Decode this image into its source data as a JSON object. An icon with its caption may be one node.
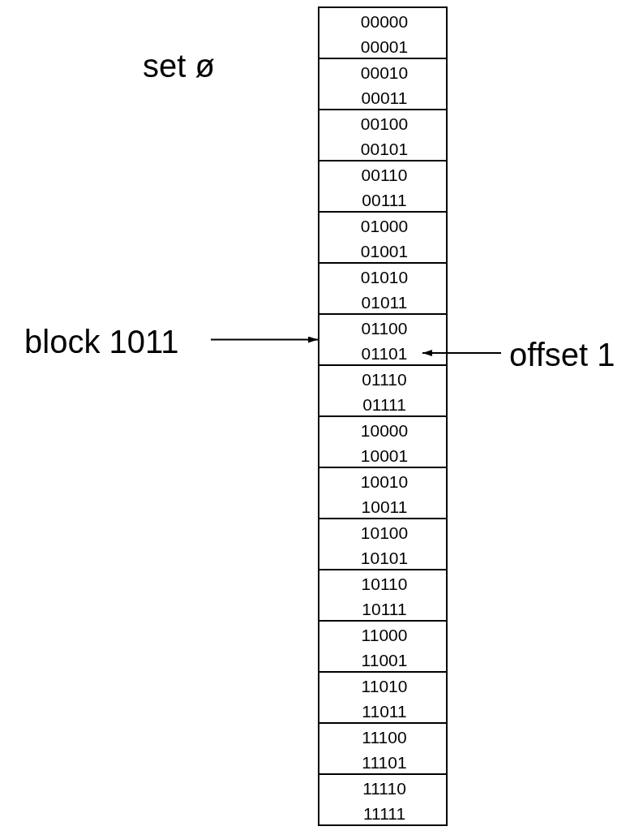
{
  "diagram": {
    "nodes": [
      {
        "text": [],
        "shape": "box"
      },
      {
        "text": [
          "00000"
        ],
        "in": 0
      },
      {
        "text": [
          "00001"
        ],
        "in": 0
      },
      {
        "text": [],
        "shape": "box"
      },
      {
        "text": [
          "00010"
        ],
        "in": 3
      },
      {
        "text": [
          "00011"
        ],
        "in": 3
      },
      {
        "text": [],
        "shape": "box"
      },
      {
        "text": [
          "00100"
        ],
        "in": 6
      },
      {
        "text": [
          "00101"
        ],
        "in": 6
      },
      {
        "text": [],
        "shape": "box"
      },
      {
        "text": [
          "00110"
        ],
        "in": 9
      },
      {
        "text": [
          "00111"
        ],
        "in": 9
      },
      {
        "text": [],
        "shape": "box"
      },
      {
        "text": [
          "01000"
        ],
        "in": 12
      },
      {
        "text": [
          "01001"
        ],
        "in": 12
      },
      {
        "text": [],
        "shape": "box"
      },
      {
        "text": [
          "01010"
        ],
        "in": 15
      },
      {
        "text": [
          "01011"
        ],
        "in": 15
      },
      {
        "text": [],
        "shape": "box"
      },
      {
        "text": [
          "01100"
        ],
        "in": 18
      },
      {
        "text": [
          "01101"
        ],
        "in": 18
      },
      {
        "text": [],
        "shape": "box"
      },
      {
        "text": [
          "01110"
        ],
        "in": 21
      },
      {
        "text": [
          "01111"
        ],
        "in": 21
      },
      {
        "text": [],
        "shape": "box"
      },
      {
        "text": [
          "10000"
        ],
        "in": 24
      },
      {
        "text": [
          "10001"
        ],
        "in": 24
      },
      {
        "text": [],
        "shape": "box"
      },
      {
        "text": [
          "10010"
        ],
        "in": 27
      },
      {
        "text": [
          "10011"
        ],
        "in": 27
      },
      {
        "text": [],
        "shape": "box"
      },
      {
        "text": [
          "10100"
        ],
        "in": 30
      },
      {
        "text": [
          "10101"
        ],
        "in": 30
      },
      {
        "text": [],
        "shape": "box"
      },
      {
        "text": [
          "10110"
        ],
        "in": 33
      },
      {
        "text": [
          "10111"
        ],
        "in": 33
      },
      {
        "text": [],
        "shape": "box"
      },
      {
        "text": [
          "11000"
        ],
        "in": 36
      },
      {
        "text": [
          "11001"
        ],
        "in": 36
      },
      {
        "text": [],
        "shape": "box"
      },
      {
        "text": [
          "11010"
        ],
        "in": 39
      },
      {
        "text": [
          "11011"
        ],
        "in": 39
      },
      {
        "text": [],
        "shape": "box"
      },
      {
        "text": [
          "11100"
        ],
        "in": 42
      },
      {
        "text": [
          "11101"
        ],
        "in": 42
      },
      {
        "text": [],
        "shape": "box"
      },
      {
        "text": [
          "11110"
        ],
        "in": 45
      },
      {
        "text": [
          "11111"
        ],
        "in": 45
      },
      {
        "text": [
          "block 1011"
        ]
      },
      {
        "text": [
          "offset 1"
        ]
      }
    ],
    "edges": [
      {
        "from": 48,
        "to": 18,
        "arrow": "to"
      },
      {
        "from": 49,
        "to": 20,
        "arrow": "to"
      }
    ],
    "labels": [
      "set ø"
    ]
  }
}
